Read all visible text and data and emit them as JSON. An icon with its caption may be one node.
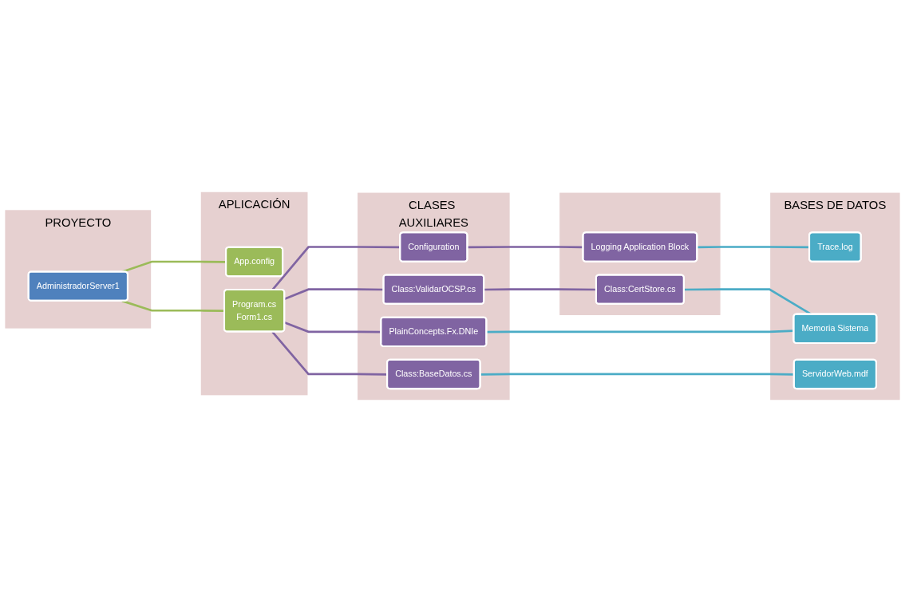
{
  "diagram": {
    "nodes": [
      {
        "text": [
          "PROYECTO"
        ]
      },
      {
        "text": [
          "AdministradorServer1"
        ],
        "in": 0
      },
      {
        "text": [
          "APLICACIÓN"
        ]
      },
      {
        "text": [
          "App.config"
        ],
        "in": 2
      },
      {
        "text": [
          "Program.cs",
          "Form1.cs"
        ],
        "in": 2
      },
      {
        "text": [
          "CLASES AUXILIARES"
        ]
      },
      {
        "text": [
          "Configuration"
        ],
        "in": 5
      },
      {
        "text": [
          "Class:ValidarOCSP.cs"
        ],
        "in": 5
      },
      {
        "text": [
          "PlainConcepts.Fx.DNIe"
        ],
        "in": 5
      },
      {
        "text": [
          "Class:BaseDatos.cs"
        ],
        "in": 5
      },
      {
        "text": [],
        "shape": "band"
      },
      {
        "text": [
          "Logging Application Block"
        ],
        "in": 10
      },
      {
        "text": [
          "Class:CertStore.cs"
        ],
        "in": 10
      },
      {
        "text": [
          "BASES DE DATOS"
        ]
      },
      {
        "text": [
          "Trace.log"
        ],
        "in": 13
      },
      {
        "text": [
          "Memoria Sistema"
        ],
        "in": 13
      },
      {
        "text": [
          "ServidorWeb.mdf"
        ],
        "in": 13
      }
    ],
    "edges": [
      {
        "from": 1,
        "to": 3,
        "arrow": "none",
        "color": "#9bbb59"
      },
      {
        "from": 1,
        "to": 4,
        "arrow": "none",
        "color": "#9bbb59"
      },
      {
        "from": 4,
        "to": 6,
        "arrow": "none"
      },
      {
        "from": 4,
        "to": 7,
        "arrow": "none"
      },
      {
        "from": 4,
        "to": 8,
        "arrow": "none"
      },
      {
        "from": 4,
        "to": 9,
        "arrow": "none"
      },
      {
        "from": 6,
        "to": 11,
        "arrow": "none"
      },
      {
        "from": 7,
        "to": 12,
        "arrow": "none"
      },
      {
        "from": 11,
        "to": 14,
        "arrow": "none",
        "color": "#4bacc6"
      },
      {
        "from": 12,
        "to": 15,
        "arrow": "none",
        "color": "#4bacc6"
      },
      {
        "from": 8,
        "to": 15,
        "arrow": "none",
        "color": "#4bacc6"
      },
      {
        "from": 9,
        "to": 16,
        "arrow": "none",
        "color": "#4bacc6"
      }
    ]
  }
}
